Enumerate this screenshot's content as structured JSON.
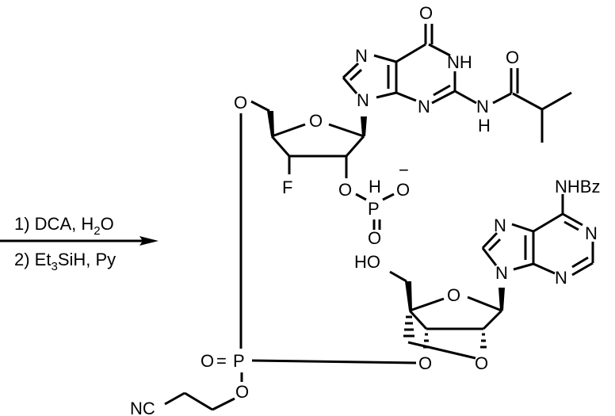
{
  "diagram": {
    "type": "chemical-reaction-scheme",
    "background": "#ffffff",
    "stroke_color": "#000000",
    "reaction_arrow": {
      "step1": {
        "prefix": "1) DCA, H",
        "sub": "2",
        "suffix": "O"
      },
      "step2": {
        "prefix": "2) Et",
        "sub": "3",
        "suffix": "SiH, Py"
      }
    },
    "product": {
      "guanine_base": {
        "carbonyl_O": "O",
        "N7": "N",
        "N1H": "NH",
        "N3": "N",
        "N9": "N",
        "amide_N": "N",
        "amide_H": "H",
        "isobutyryl_O": "O"
      },
      "upper_sugar": {
        "ring_O": "O",
        "O5": "O",
        "F": "F",
        "O2": "O"
      },
      "h_phosphonate": {
        "P": "P",
        "H": "H",
        "O_minus": "O",
        "charge": "−",
        "O_double": "O"
      },
      "adenine_base": {
        "NHBz": "NHBz",
        "N7": "N",
        "N1": "N",
        "N3": "N",
        "N9": "N"
      },
      "lower_sugar": {
        "HO": "HO",
        "ring_O": "O",
        "O3": "O",
        "O2": "O"
      },
      "phosphotriester": {
        "O_double": "O",
        "eq": "=",
        "P": "P",
        "O_ester": "O",
        "cyanoethyl": "NC"
      }
    }
  }
}
